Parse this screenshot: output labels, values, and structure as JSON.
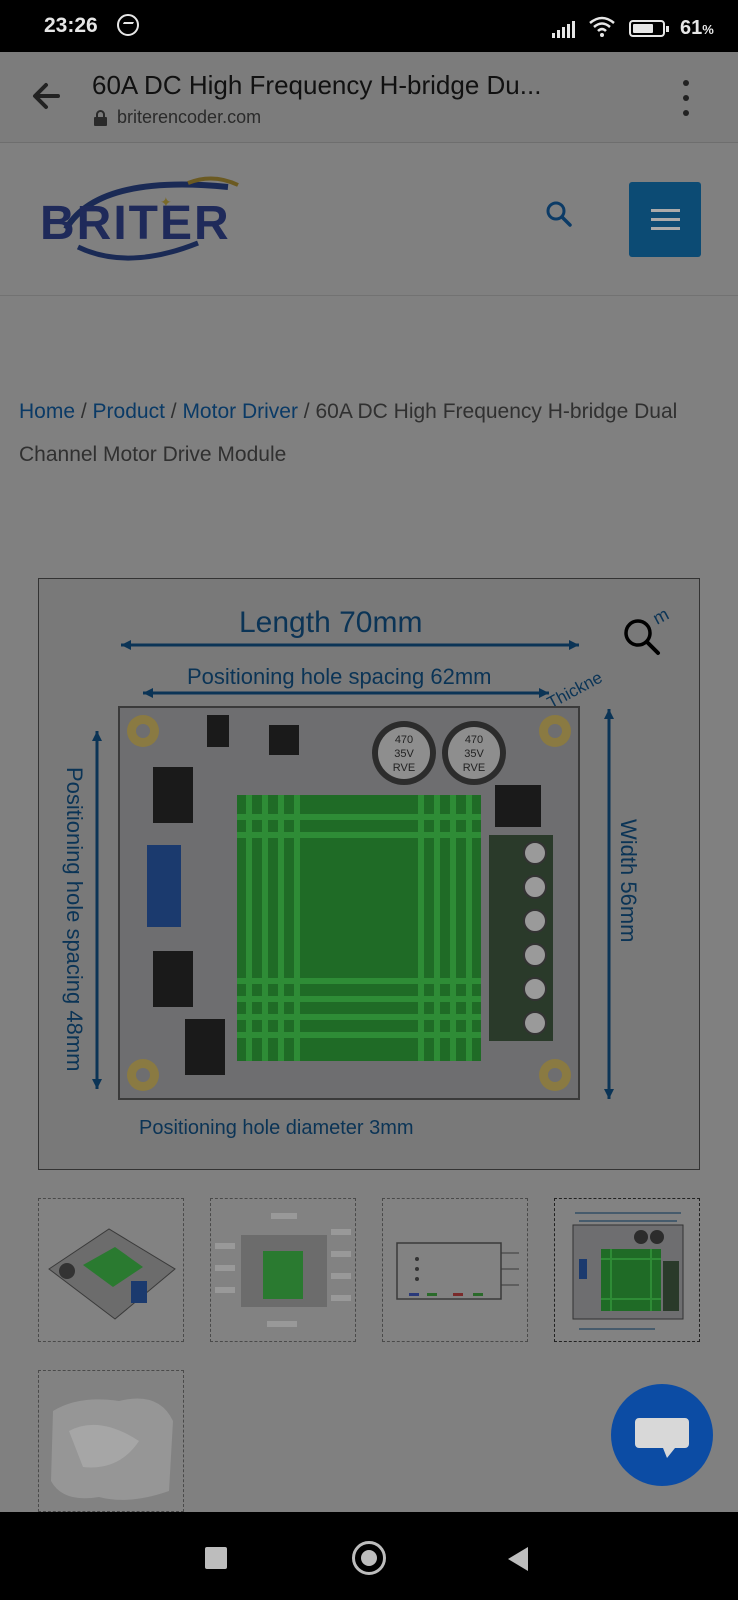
{
  "status_bar": {
    "time": "23:26",
    "battery_percent": "61",
    "battery_unit": "%",
    "icons": [
      "messenger-icon",
      "signal-icon",
      "wifi-icon",
      "battery-icon"
    ]
  },
  "browser": {
    "page_title": "60A DC High Frequency H-bridge Du...",
    "domain": "briterencoder.com"
  },
  "site": {
    "logo_text": "BRITER",
    "accent_color": "#0c4b74"
  },
  "breadcrumb": {
    "home": "Home",
    "sep1": " / ",
    "product": "Product",
    "sep2": " / ",
    "category": "Motor Driver",
    "sep3": " / ",
    "current": "60A DC High Frequency H-bridge Dual Channel Motor Drive Module"
  },
  "product_image": {
    "length_label": "Length 70mm",
    "spacing_62_label": "Positioning hole spacing 62mm",
    "thickness_label": "Thickne",
    "thickness_suffix": "m",
    "width_label": "Width 56mm",
    "spacing_48_label": "Positioning hole spacing 48mm",
    "diameter_label": "Positioning hole diameter 3mm",
    "capacitor_text": [
      "470",
      "35V",
      "RVE"
    ]
  },
  "thumbnails": {
    "count": 5,
    "active_index": 3
  }
}
